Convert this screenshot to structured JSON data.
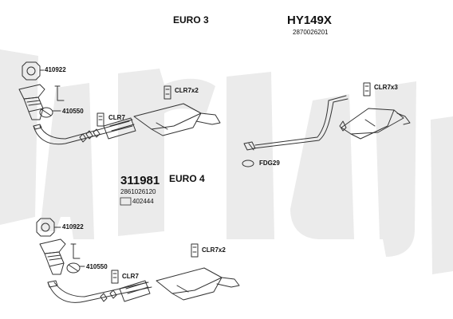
{
  "top_kit": {
    "norm": "EURO 3",
    "kit_code": "HY149X",
    "kit_oem": "2870026201",
    "parts": {
      "gasket_ring": "410922",
      "gasket_flat": "410550",
      "clamp_rear_cat": "CLR7",
      "clamp_mid": "CLR7x2",
      "clamp_rear": "CLR7x3",
      "fitting_kit": "FDG29"
    }
  },
  "bottom_kit": {
    "norm": "EURO 4",
    "kit_code": "311981",
    "kit_oem": "2861026120",
    "kit_ref_badge": "402444",
    "parts": {
      "gasket_ring": "410922",
      "gasket_flat": "410550",
      "clamp_rear_cat": "CLR7",
      "clamp_mid": "CLR7x2"
    }
  },
  "watermark_text": "klarius",
  "colors": {
    "watermark": "#ebebeb",
    "line": "#333333"
  }
}
